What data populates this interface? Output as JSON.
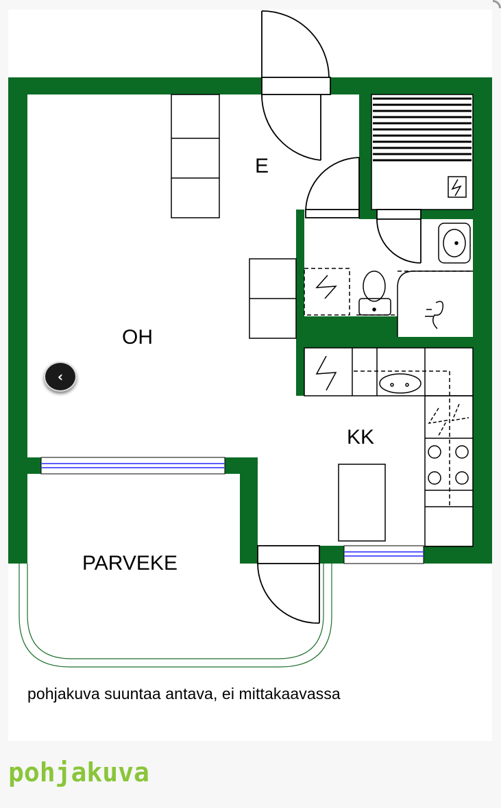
{
  "floorplan": {
    "rooms": {
      "entry": "E",
      "living": "OH",
      "kitchen": "KK",
      "balcony": "PARVEKE"
    },
    "caption": "pohjakuva suuntaa antava, ei mittakaavassa",
    "wall_color": "#0b6b24",
    "window_color": "#5a5aff"
  },
  "page": {
    "title": "pohjakuva",
    "title_color": "#8ac53a"
  },
  "gallery": {
    "prev_icon": "chevron-left-icon"
  }
}
